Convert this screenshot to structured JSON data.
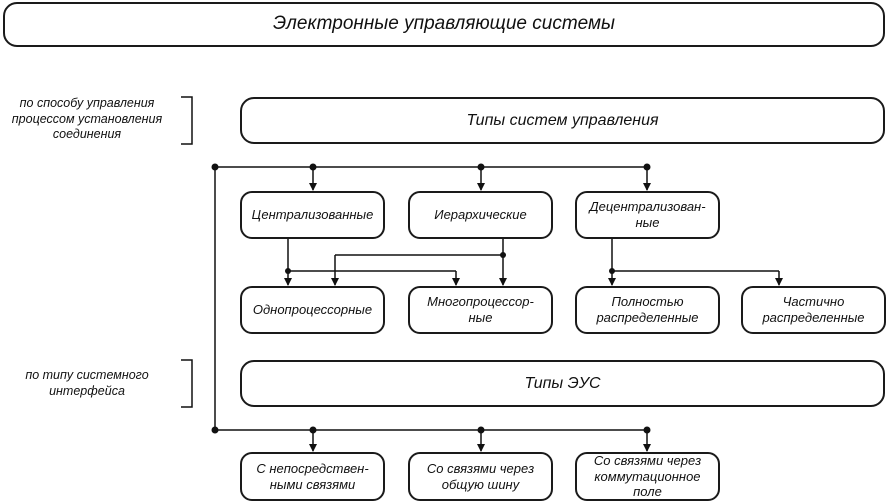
{
  "title": "Электронные управляющие системы",
  "side_labels": {
    "control_method": "по способу управления\nпроцессом установления\nсоединения",
    "interface_type": "по типу системного\nинтерфейса"
  },
  "sections": {
    "control_types": "Типы систем управления",
    "eus_types": "Типы ЭУС"
  },
  "control_types": {
    "centralized": "Централизованные",
    "hierarchical": "Иерархические",
    "decentralized": "Децентрализован-\nные"
  },
  "processor_types": {
    "single": "Однопроцессорные",
    "multi": "Многопроцессор-\nные",
    "fully_distributed": "Полностью\nраспределенные",
    "partially_distributed": "Частично\nраспределенные"
  },
  "eus_types": {
    "direct": "С непосредствен-\nными связями",
    "bus": "Со связями через\nобщую шину",
    "switch": "Со связями через\nкоммутационное\nполе"
  }
}
